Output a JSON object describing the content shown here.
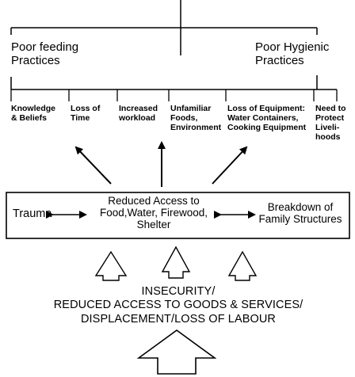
{
  "top_labels": {
    "left": [
      "Poor feeding",
      "Practices"
    ],
    "right": [
      "Poor Hygienic",
      "Practices"
    ]
  },
  "sub_factors": [
    {
      "lines": [
        "Knowledge",
        "& Beliefs"
      ]
    },
    {
      "lines": [
        "Loss of",
        "Time"
      ]
    },
    {
      "lines": [
        "Increased",
        "workload"
      ]
    },
    {
      "lines": [
        "Unfamiliar",
        "Foods,",
        "Environment"
      ]
    },
    {
      "lines": [
        "Loss of Equipment:",
        "Water Containers,",
        "Cooking Equipment"
      ]
    },
    {
      "lines": [
        "Need to",
        "Protect",
        "Liveli-",
        "hoods"
      ]
    }
  ],
  "middle_box": {
    "left": "Trauma",
    "center": [
      "Reduced Access to",
      "Food,Water, Firewood,",
      "Shelter"
    ],
    "right": [
      "Breakdown of",
      "Family Structures"
    ]
  },
  "bottom_text": [
    "INSECURITY/",
    "REDUCED ACCESS TO GOODS & SERVICES/",
    "DISPLACEMENT/LOSS OF LABOUR"
  ]
}
